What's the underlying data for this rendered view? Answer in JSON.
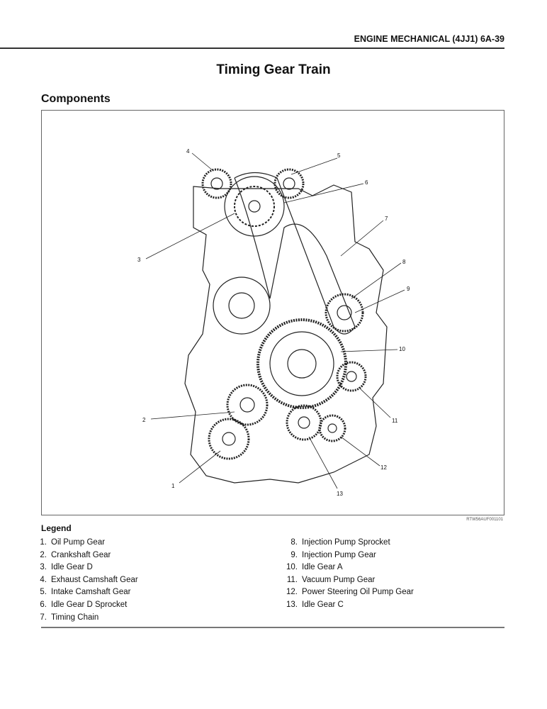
{
  "header": {
    "running_head": "ENGINE MECHANICAL (4JJ1)  6A-39"
  },
  "title": "Timing Gear Train",
  "section": "Components",
  "figure": {
    "code": "RTW56AUF001101",
    "callouts": [
      "1",
      "2",
      "3",
      "4",
      "5",
      "6",
      "7",
      "8",
      "9",
      "10",
      "11",
      "12",
      "13"
    ]
  },
  "legend": {
    "title": "Legend",
    "items": [
      {
        "n": "1.",
        "label": "Oil Pump Gear"
      },
      {
        "n": "2.",
        "label": "Crankshaft Gear"
      },
      {
        "n": "3.",
        "label": "Idle Gear D"
      },
      {
        "n": "4.",
        "label": "Exhaust Camshaft Gear"
      },
      {
        "n": "5.",
        "label": "Intake Camshaft Gear"
      },
      {
        "n": "6.",
        "label": "Idle Gear D Sprocket"
      },
      {
        "n": "7.",
        "label": "Timing Chain"
      },
      {
        "n": "8.",
        "label": "Injection Pump Sprocket"
      },
      {
        "n": "9.",
        "label": "Injection Pump Gear"
      },
      {
        "n": "10.",
        "label": "Idle Gear A"
      },
      {
        "n": "11.",
        "label": "Vacuum Pump Gear"
      },
      {
        "n": "12.",
        "label": "Power Steering Oil Pump Gear"
      },
      {
        "n": "13.",
        "label": "Idle Gear C"
      }
    ]
  }
}
